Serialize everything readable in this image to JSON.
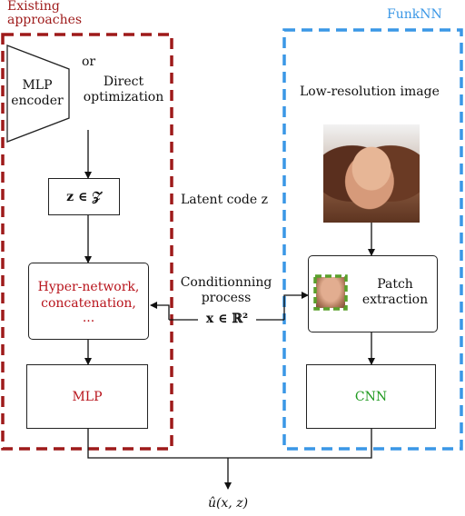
{
  "existing": {
    "title_line1": "Existing",
    "title_line2": "approaches",
    "encoder_line1": "MLP",
    "encoder_line2": "encoder",
    "or": "or",
    "direct_line1": "Direct",
    "direct_line2": "optimization",
    "latent_box": "z ∈ 𝒵",
    "hyper_line1": "Hyper-network,",
    "hyper_line2": "concatenation,",
    "hyper_line3": "...",
    "mlp": "MLP"
  },
  "funknn": {
    "title": "FunkNN",
    "lowres": "Low-resolution image",
    "patch_line1": "Patch",
    "patch_line2": "extraction",
    "cnn": "CNN"
  },
  "middle": {
    "latent_code": "Latent code z",
    "cond_line1": "Conditionning",
    "cond_line2": "process",
    "x_in": "x ∈ ℝ²"
  },
  "output": {
    "label": "û(x, z)"
  },
  "colors": {
    "existing_border": "#9e1a1a",
    "funknn_border": "#3a97e6",
    "red_text": "#b8141c",
    "green_text": "#1f9a1f",
    "patch_border": "#5aa02c"
  }
}
